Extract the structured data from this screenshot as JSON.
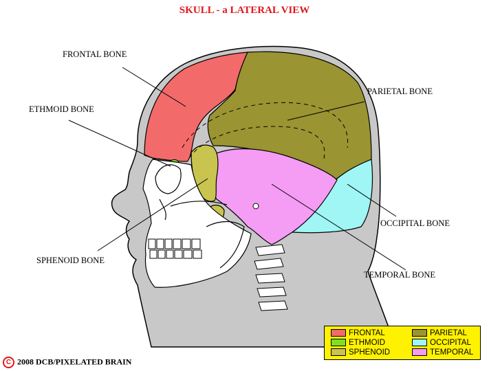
{
  "title": "SKULL - a LATERAL VIEW",
  "labels": {
    "frontal": "FRONTAL BONE",
    "ethmoid": "ETHMOID BONE",
    "parietal": "PARIETAL BONE",
    "occipital": "OCCIPITAL BONE",
    "sphenoid": "SPHENOID BONE",
    "temporal": "TEMPORAL BONE"
  },
  "legend": [
    {
      "label": "FRONTAL",
      "color": "#f26a6a"
    },
    {
      "label": "PARIETAL",
      "color": "#9a9432"
    },
    {
      "label": "ETHMOID",
      "color": "#7fe01e"
    },
    {
      "label": "OCCIPITAL",
      "color": "#9ff6f4"
    },
    {
      "label": "SPHENOID",
      "color": "#c9c44f"
    },
    {
      "label": "TEMPORAL",
      "color": "#f59cf4"
    }
  ],
  "copyright": {
    "symbol": "C",
    "text": "2008  DCB/PIXELATED BRAIN"
  }
}
